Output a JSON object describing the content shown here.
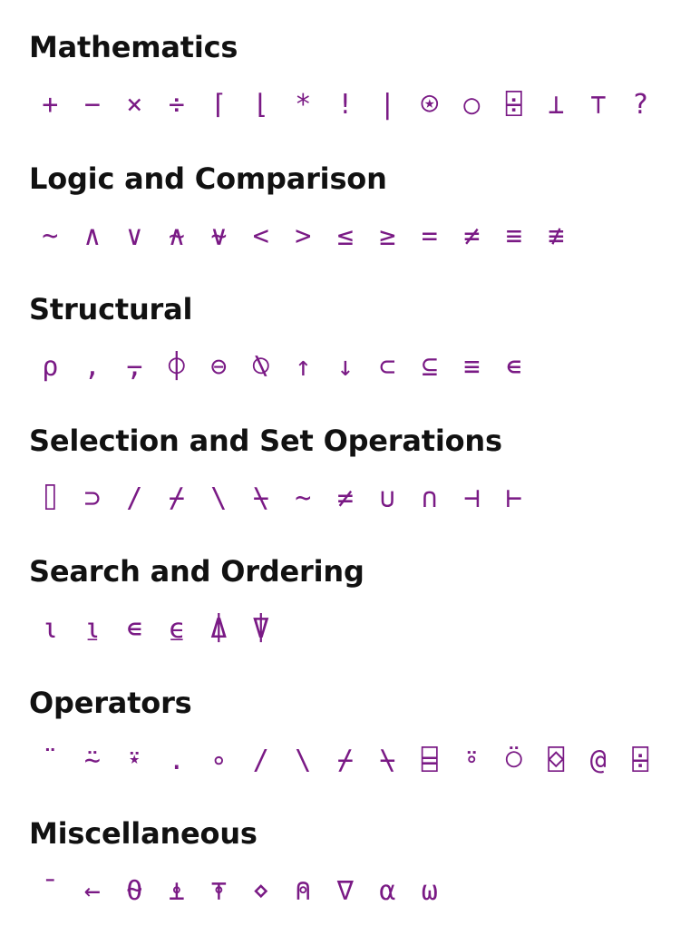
{
  "accent_color": "#7a1a85",
  "sections": [
    {
      "title": "Mathematics",
      "glyphs": [
        "+",
        "−",
        "×",
        "÷",
        "⌈",
        "⌊",
        "*",
        "!",
        "|",
        "⍟",
        "○",
        "⌹",
        "⊥",
        "⊤",
        "?"
      ]
    },
    {
      "title": "Logic and Comparison",
      "glyphs": [
        "~",
        "∧",
        "∨",
        "⍲",
        "⍱",
        "<",
        ">",
        "≤",
        "≥",
        "=",
        "≠",
        "≡",
        "≢"
      ]
    },
    {
      "title": "Structural",
      "glyphs": [
        "⍴",
        ",",
        "⍪",
        "⌽",
        "⊖",
        "⍉",
        "↑",
        "↓",
        "⊂",
        "⊆",
        "≡",
        "∊"
      ]
    },
    {
      "title": "Selection and Set Operations",
      "glyphs": [
        "⌷",
        "⊃",
        "/",
        "⌿",
        "\\",
        "⍀",
        "~",
        "≠",
        "∪",
        "∩",
        "⊣",
        "⊢"
      ]
    },
    {
      "title": "Search and Ordering",
      "glyphs": [
        "⍳",
        "⍸",
        "∊",
        "⍷",
        "⍋",
        "⍒"
      ]
    },
    {
      "title": "Operators",
      "glyphs": [
        "¨",
        "⍨",
        "⍣",
        ".",
        "∘",
        "/",
        "\\",
        "⌿",
        "⍀",
        "⌸",
        "⍤",
        "⍥",
        "⌺",
        "@",
        "⌹"
      ]
    },
    {
      "title": "Miscellaneous",
      "glyphs": [
        "¯",
        "←",
        "⍬",
        "⍎",
        "⍕",
        "⋄",
        "⍝",
        "∇",
        "⍺",
        "⍵"
      ]
    }
  ]
}
